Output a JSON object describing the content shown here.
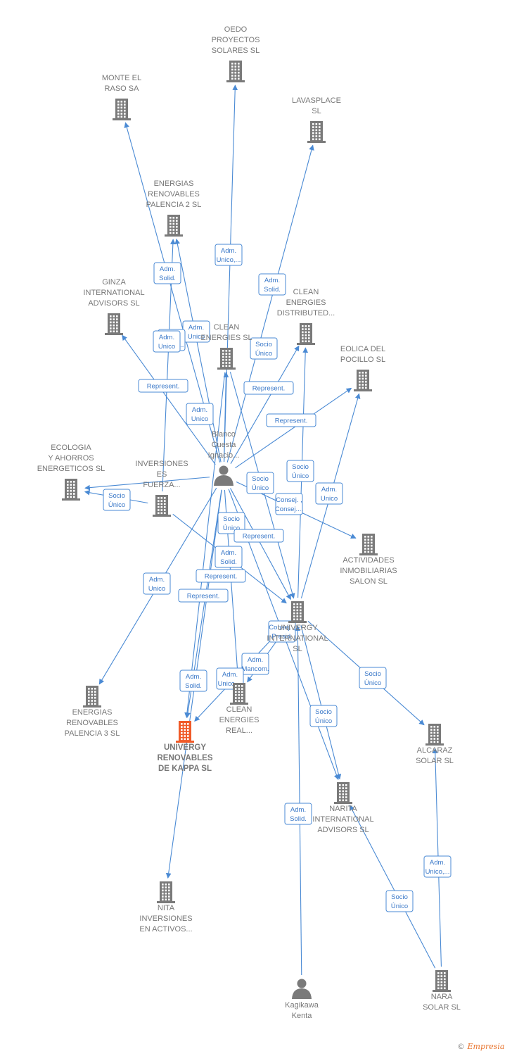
{
  "colors": {
    "building": "#7a7a7a",
    "focus_building": "#f05a28",
    "person": "#7a7a7a",
    "edge": "#4a8ad4"
  },
  "nodes": [
    {
      "id": "oedo",
      "type": "company",
      "lines": [
        "OEDO",
        "PROYECTOS",
        "SOLARES  SL"
      ]
    },
    {
      "id": "monte",
      "type": "company",
      "lines": [
        "MONTE EL",
        "RASO SA"
      ]
    },
    {
      "id": "lavasplace",
      "type": "company",
      "lines": [
        "LAVASPLACE",
        "SL"
      ]
    },
    {
      "id": "erp2",
      "type": "company",
      "lines": [
        "ENERGIAS",
        "RENOVABLES",
        "PALENCIA 2 SL"
      ]
    },
    {
      "id": "ginza",
      "type": "company",
      "lines": [
        "GINZA",
        "INTERNATIONAL",
        "ADVISORS  SL"
      ]
    },
    {
      "id": "clean_dist",
      "type": "company",
      "lines": [
        "CLEAN",
        "ENERGIES",
        "DISTRIBUTED..."
      ]
    },
    {
      "id": "clean_sl",
      "type": "company",
      "lines": [
        "CLEAN",
        "ENERGIES SL"
      ]
    },
    {
      "id": "eolica",
      "type": "company",
      "lines": [
        "EOLICA DEL",
        "POCILLO SL"
      ]
    },
    {
      "id": "blanco",
      "type": "person",
      "lines": [
        "Blanco",
        "Cuesta",
        "Ignacio..."
      ]
    },
    {
      "id": "ecologia",
      "type": "company",
      "lines": [
        "ECOLOGIA",
        "Y AHORROS",
        "ENERGETICOS SL"
      ]
    },
    {
      "id": "inversiones",
      "type": "company",
      "lines": [
        "INVERSIONES",
        "ES",
        "FUERZA..."
      ]
    },
    {
      "id": "actividades",
      "type": "company",
      "lines": [
        "ACTIVIDADES",
        "INMOBILIARIAS",
        "SALON SL"
      ]
    },
    {
      "id": "univergy_int",
      "type": "company",
      "lines": [
        "UNIVERGY",
        "INTERNATIONAL",
        "SL"
      ]
    },
    {
      "id": "erp3",
      "type": "company",
      "lines": [
        "ENERGIAS",
        "RENOVABLES",
        "PALENCIA 3 SL"
      ]
    },
    {
      "id": "clean_real",
      "type": "company",
      "lines": [
        "CLEAN",
        "ENERGIES",
        "REAL..."
      ]
    },
    {
      "id": "kappa",
      "type": "focus",
      "lines": [
        "UNIVERGY",
        "RENOVABLES",
        "DE KAPPA  SL"
      ]
    },
    {
      "id": "alcaraz",
      "type": "company",
      "lines": [
        "ALCARAZ",
        "SOLAR  SL"
      ]
    },
    {
      "id": "narita",
      "type": "company",
      "lines": [
        "NARITA",
        "INTERNATIONAL",
        "ADVISORS  SL"
      ]
    },
    {
      "id": "nita",
      "type": "company",
      "lines": [
        "NITA",
        "INVERSIONES",
        "EN ACTIVOS..."
      ]
    },
    {
      "id": "kagikawa",
      "type": "person",
      "lines": [
        "Kagikawa",
        "Kenta"
      ]
    },
    {
      "id": "nara",
      "type": "company",
      "lines": [
        "NARA",
        "SOLAR  SL"
      ]
    }
  ],
  "edges": [
    {
      "from": "blanco",
      "to": "oedo"
    },
    {
      "from": "blanco",
      "to": "monte"
    },
    {
      "from": "blanco",
      "to": "lavasplace"
    },
    {
      "from": "blanco",
      "to": "erp2"
    },
    {
      "from": "inversiones",
      "to": "erp2"
    },
    {
      "from": "blanco",
      "to": "ginza"
    },
    {
      "from": "blanco",
      "to": "clean_dist"
    },
    {
      "from": "blanco",
      "to": "clean_sl"
    },
    {
      "from": "blanco",
      "to": "eolica"
    },
    {
      "from": "blanco",
      "to": "ecologia"
    },
    {
      "from": "inversiones",
      "to": "ecologia"
    },
    {
      "from": "blanco",
      "to": "actividades"
    },
    {
      "from": "blanco",
      "to": "univergy_int"
    },
    {
      "from": "clean_sl",
      "to": "univergy_int"
    },
    {
      "from": "inversiones",
      "to": "univergy_int"
    },
    {
      "from": "univergy_int",
      "to": "clean_dist"
    },
    {
      "from": "univergy_int",
      "to": "eolica"
    },
    {
      "from": "blanco",
      "to": "erp3"
    },
    {
      "from": "blanco",
      "to": "clean_real"
    },
    {
      "from": "univergy_int",
      "to": "clean_real"
    },
    {
      "from": "blanco",
      "to": "kappa"
    },
    {
      "from": "clean_sl",
      "to": "kappa"
    },
    {
      "from": "univergy_int",
      "to": "kappa"
    },
    {
      "from": "blanco",
      "to": "nita"
    },
    {
      "from": "univergy_int",
      "to": "alcaraz"
    },
    {
      "from": "univergy_int",
      "to": "narita"
    },
    {
      "from": "blanco",
      "to": "narita"
    },
    {
      "from": "kagikawa",
      "to": "univergy_int"
    },
    {
      "from": "nara",
      "to": "alcaraz"
    },
    {
      "from": "nara",
      "to": "narita"
    }
  ],
  "edge_labels": [
    [
      "Adm.",
      "Unico,..."
    ],
    [
      "Adm.",
      "Solid."
    ],
    [
      "Adm.",
      "Solid."
    ],
    [
      "Adm.",
      "Unico"
    ],
    [
      "Adm.",
      "Unico,..."
    ],
    [
      "Adm.",
      "Unico"
    ],
    [
      "Socio",
      "Único"
    ],
    [
      "Represent."
    ],
    [
      "Represent."
    ],
    [
      "Represent."
    ],
    [
      "Adm.",
      "Unico"
    ],
    [
      "Socio",
      "Único"
    ],
    [
      "Socio",
      "Único"
    ],
    [
      "Socio",
      "Único"
    ],
    [
      "Adm.",
      "Unico"
    ],
    [
      "Consej. ,",
      "Consej...."
    ],
    [
      "Socio",
      "Único"
    ],
    [
      "Represent."
    ],
    [
      "Adm.",
      "Solid."
    ],
    [
      "Represent."
    ],
    [
      "Adm.",
      "Unico"
    ],
    [
      "Represent."
    ],
    [
      "Consej. ,",
      "Presid."
    ],
    [
      "Adm.",
      "Mancom."
    ],
    [
      "Adm.",
      "Solid."
    ],
    [
      "Adm.",
      "Unico,..."
    ],
    [
      "Socio",
      "Único"
    ],
    [
      "Socio",
      "Único"
    ],
    [
      "Adm.",
      "Solid."
    ],
    [
      "Adm.",
      "Unico,..."
    ],
    [
      "Socio",
      "Único"
    ]
  ],
  "copyright": {
    "symbol": "©",
    "brand": "Empresia"
  }
}
